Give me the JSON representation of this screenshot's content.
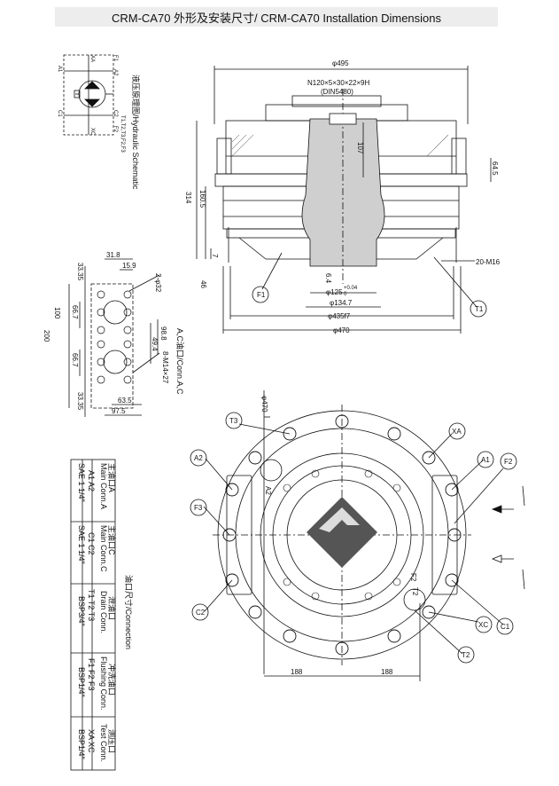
{
  "title": "CRM-CA70 外形及安装尺寸/ CRM-CA70 Installation Dimensions",
  "schematic": {
    "caption": "液压原理图/Hydraulic Schematic",
    "ports": [
      "F1",
      "XA",
      "A2",
      "A1",
      "C1",
      "C2",
      "XC",
      "F2",
      "T1,T2,T3,F2,F3"
    ]
  },
  "front_view": {
    "dims": {
      "d495": "φ495",
      "spline": "N120×5×30×22×9H",
      "din": "(DIN5480)",
      "h107": "107",
      "h64_5": "64.5",
      "h314": "314",
      "h160_5": "160.5",
      "h7": "7",
      "h46": "46",
      "h6_4": "6.4",
      "d125": "φ125",
      "d125_tol": "+0.04",
      "d125_tol2": "0",
      "d134_7": "φ134.7",
      "d435": "φ435f7",
      "d470": "φ470",
      "m16": "20-M16"
    },
    "callouts": [
      "F1",
      "T1"
    ]
  },
  "port_block": {
    "caption": "A,C油口/Conn.A,C",
    "dims": {
      "w31_8": "31.8",
      "w15_9": "15.9",
      "hole": "2-φ32",
      "v33_35a": "33.35",
      "v100": "100",
      "v66_7a": "66.7",
      "v200": "200",
      "v66_7b": "66.7",
      "v33_35b": "33.35",
      "v98_8": "98.8",
      "v49_4": "49.4",
      "thread": "8-M14×27",
      "w63_5": "63.5",
      "w97_5": "97.5"
    }
  },
  "table": {
    "caption": "油口尺寸/Connection",
    "col1_head_cn": "主油口A",
    "col1_head_en": "Main Conn.A",
    "col1_ports": "A1   A2",
    "col1_size": "SAE 1 1/4\"",
    "col2_head_cn": "主油口C",
    "col2_head_en": "Main Conn.C",
    "col2_ports": "C1   C2",
    "col2_size": "SAE 1 1/4\"",
    "col3_head_cn": "泄油口",
    "col3_head_en": "Drain Conn.",
    "col3_ports": "T1   T2   T3",
    "col3_size": "BSP3/4\"",
    "col4_head_cn": "冲洗油口",
    "col4_head_en": "Flushing Conn.",
    "col4_ports": "F1   F2   F3",
    "col4_size": "BSP1/4\"",
    "col5_head_cn": "测压口",
    "col5_head_en": "Test Conn.",
    "col5_ports": "XA   XC",
    "col5_size": "BSP1/4\""
  },
  "top_view": {
    "d470": "φ470",
    "w188a": "188",
    "w188b": "188",
    "callouts": [
      "T3",
      "XA",
      "A1",
      "F2",
      "A2",
      "F3",
      "C2",
      "XC",
      "C1",
      "T2"
    ],
    "inner": [
      "A2",
      "F2",
      "T2"
    ]
  }
}
